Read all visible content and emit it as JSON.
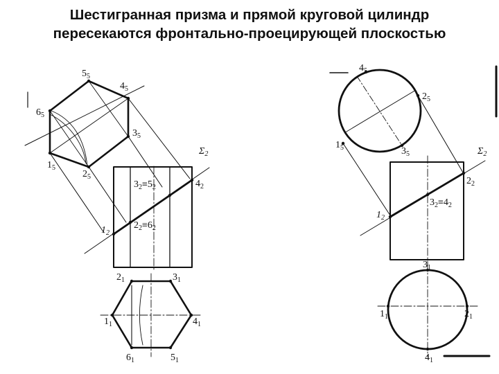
{
  "title": {
    "line1": "Шестигранная призма и прямой круговой цилиндр",
    "line2": "пересекаются фронтально-проецирующей плоскостью"
  },
  "left": {
    "labels": [
      {
        "base": "5",
        "sub": "5"
      },
      {
        "base": "4",
        "sub": "5"
      },
      {
        "base": "6",
        "sub": "5"
      },
      {
        "base": "3",
        "sub": "5"
      },
      {
        "base": "1",
        "sub": "5"
      },
      {
        "base": "2",
        "sub": "5"
      },
      {
        "base": "Σ",
        "sub": "2"
      },
      {
        "base": "4",
        "sub": "2"
      },
      {
        "base": "3",
        "sub": "2",
        "tail": "≡5",
        "tailsub": "2"
      },
      {
        "base": "2",
        "sub": "2",
        "tail": "≡6",
        "tailsub": "2"
      },
      {
        "base": "1",
        "sub": "2"
      },
      {
        "base": "2",
        "sub": "1"
      },
      {
        "base": "3",
        "sub": "1"
      },
      {
        "base": "1",
        "sub": "1"
      },
      {
        "base": "4",
        "sub": "1"
      },
      {
        "base": "6",
        "sub": "1"
      },
      {
        "base": "5",
        "sub": "1"
      }
    ]
  },
  "right": {
    "labels": [
      {
        "base": "4",
        "sub": "5"
      },
      {
        "base": "2",
        "sub": "5"
      },
      {
        "base": "1",
        "sub": "5"
      },
      {
        "base": "3",
        "sub": "5"
      },
      {
        "base": "Σ",
        "sub": "2"
      },
      {
        "base": "2",
        "sub": "2"
      },
      {
        "base": "1",
        "sub": "2"
      },
      {
        "base": "3",
        "sub": "2",
        "tail": "≡4",
        "tailsub": "2"
      },
      {
        "base": "3",
        "sub": "1"
      },
      {
        "base": "1",
        "sub": "1"
      },
      {
        "base": "2",
        "sub": "1"
      },
      {
        "base": "4",
        "sub": "1"
      }
    ]
  }
}
